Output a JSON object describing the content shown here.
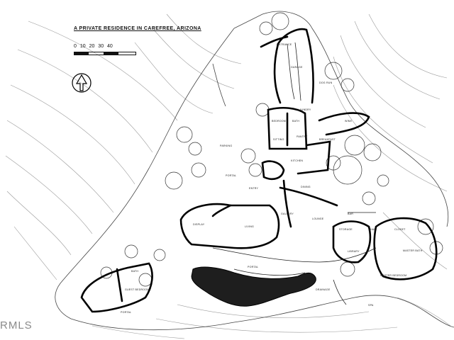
{
  "title": "A PRIVATE RESIDENCE IN CAREFREE, ARIZONA",
  "scale": {
    "ticks": "0  10  20  30  40"
  },
  "north_arrow_icon": "north-arrow-icon",
  "watermark": "RMLS",
  "rooms": {
    "entrance": "ENTRANCE",
    "garage": "GARAGE",
    "dog_run": "DOG RUN",
    "laundry": "LAUNDRY",
    "bedroom": "BEDROOM",
    "bath": "BATH",
    "sitting": "SITTING",
    "pantry": "PANTRY",
    "kitchen": "KITCHEN",
    "breakfast": "BREAKFAST",
    "wine": "WINE",
    "parking": "PARKING",
    "portal": "PORTAL",
    "entry": "ENTRY",
    "dining": "DINING",
    "gallery": "GALLERY",
    "display": "DISPLAY",
    "living": "LIVING",
    "lounge": "LOUNGE",
    "bar": "BAR",
    "storage": "STORAGE",
    "hall": "HALL",
    "library": "LIBRARY",
    "closet": "CLOSET",
    "master_bath": "MASTER BATH",
    "master_bedroom": "MASTER BEDROOM",
    "guest_bedroom": "GUEST BEDROOM",
    "guest_bath": "BATH",
    "portal_south": "PORTAL",
    "portal_guest": "PORTAL",
    "drainage": "DRAINAGE",
    "spa": "SPA"
  }
}
